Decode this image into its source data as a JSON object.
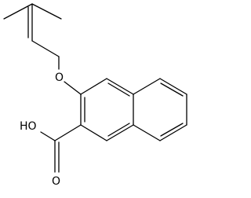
{
  "molecule": {
    "atoms": {
      "ether_oxygen": "O",
      "hydroxyl": "HO",
      "carbonyl_oxygen": "O"
    }
  }
}
